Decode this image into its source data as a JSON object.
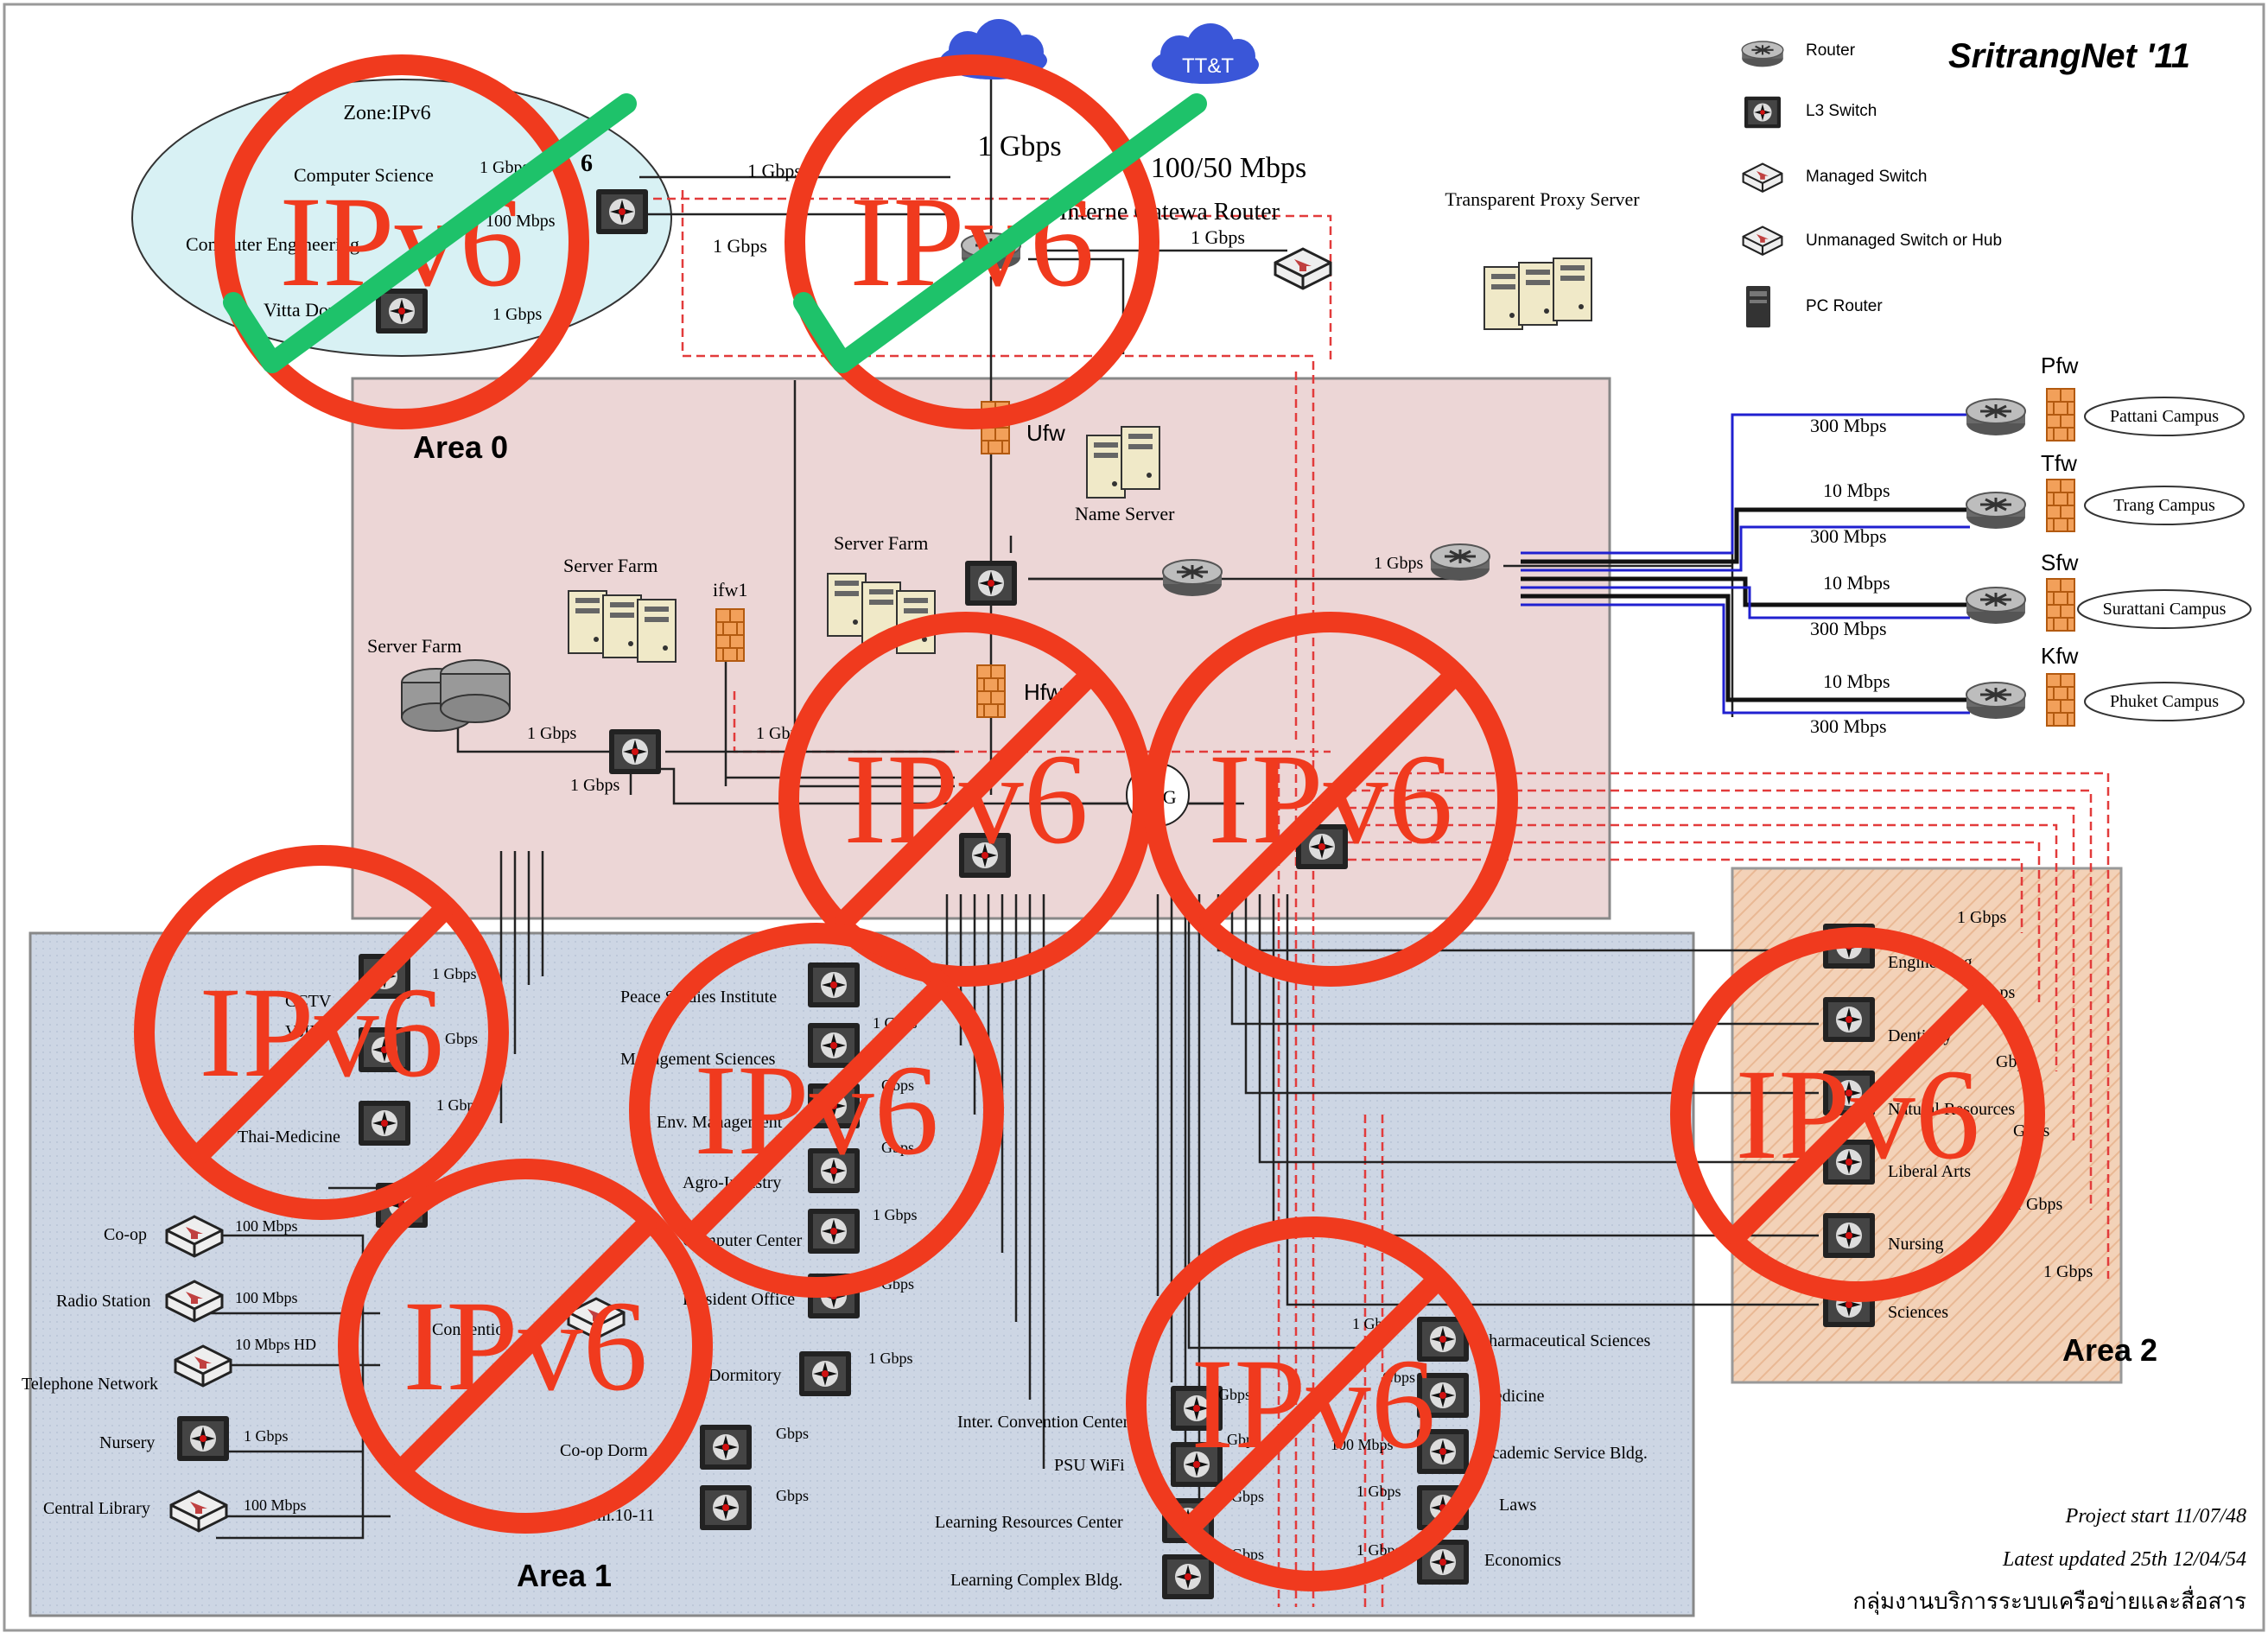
{
  "title": "SritrangNet '11",
  "legend": [
    {
      "icon": "router-icon",
      "label": "Router"
    },
    {
      "icon": "l3-switch-icon",
      "label": "L3 Switch"
    },
    {
      "icon": "managed-switch-icon",
      "label": "Managed Switch"
    },
    {
      "icon": "unmanaged-switch-icon",
      "label": "Unmanaged Switch or Hub"
    },
    {
      "icon": "pc-router-icon",
      "label": "PC Router"
    }
  ],
  "clouds": [
    "",
    "TT&T"
  ],
  "zone": {
    "title": "Zone:IPv6",
    "items": [
      "Computer Science",
      "Computer Engineering",
      "Vitta Dorm"
    ],
    "speeds": [
      "1 Gbps",
      "100 Mbps",
      "1 Gbps",
      "6"
    ]
  },
  "top_links": {
    "internet_speed": "1 Gbps",
    "ttt_speed": "100/50 Mbps",
    "zone_link": "1 Gbps",
    "zone_link2": "1 Gbps",
    "proxy_link": "1 Gbps",
    "gateway_label": "Interne Gatewa Router"
  },
  "proxy": {
    "label": "Transparent Proxy Server"
  },
  "areas": {
    "area0": "Area 0",
    "area1": "Area 1",
    "area2": "Area 2"
  },
  "area0": {
    "firewalls": {
      "ufw": "Ufw",
      "hfw": "Hfw",
      "ifw1": "ifw1"
    },
    "servers": {
      "name_server": "Name Server",
      "farm1": "Server Farm",
      "farm2": "Server Farm",
      "farm3": "Server Farm"
    },
    "speeds": [
      "1 Gbps",
      "1 Gbps",
      "1 Gbps",
      "1 Gbps"
    ],
    "core_link": "10 G"
  },
  "campuses": [
    {
      "fw": "Pfw",
      "name": "Pattani Campus",
      "speed": "300 Mbps"
    },
    {
      "fw": "Tfw",
      "name": "Trang Campus",
      "speed": "10 Mbps",
      "speed2": "300 Mbps"
    },
    {
      "fw": "Sfw",
      "name": "Surattani Campus",
      "speed": "10 Mbps",
      "speed2": "300 Mbps"
    },
    {
      "fw": "Kfw",
      "name": "Phuket Campus",
      "speed": "10 Mbps",
      "speed2": "300 Mbps"
    }
  ],
  "area1_left": [
    {
      "name": "CCTV",
      "speed": "1 Gbps"
    },
    {
      "name": "VoIP",
      "speed": "Gbps"
    },
    {
      "name": "Thai-Medicine",
      "speed": "1 Gbps"
    },
    {
      "name": "Co-op",
      "speed": "100 Mbps"
    },
    {
      "name": "Radio Station",
      "speed": "100 Mbps"
    },
    {
      "name": "Telephone Network",
      "speed": "10 Mbps HD"
    },
    {
      "name": "Nursery",
      "speed": "1 Gbps"
    },
    {
      "name": "Central Library",
      "speed": "100 Mbps"
    }
  ],
  "area1_mid": [
    {
      "name": "Peace Studies Institute",
      "speed": ""
    },
    {
      "name": "Management Sciences",
      "speed": "1 Gbps"
    },
    {
      "name": "Env. Management",
      "speed": "Gbps"
    },
    {
      "name": "Agro-Industry",
      "speed": "Gbps"
    },
    {
      "name": "Computer Center",
      "speed": "1 Gbps"
    },
    {
      "name": "President Office",
      "speed": "Gbps"
    },
    {
      "name": "Dormitory",
      "speed": "1 Gbps"
    },
    {
      "name": "Co-op Dorm",
      "speed": "Gbps"
    },
    {
      "name": "Dorm.10-11",
      "speed": "Gbps"
    },
    {
      "name": "Convention",
      "speed": ""
    }
  ],
  "area1_right": [
    {
      "name": "Inter. Convention Center",
      "speed": "Gbps"
    },
    {
      "name": "PSU WiFi",
      "speed": "Gbps"
    },
    {
      "name": "Learning Resources Center",
      "speed": "Gbps"
    },
    {
      "name": "Learning Complex Bldg.",
      "speed": "Gbps"
    },
    {
      "name": "Pharmaceutical Sciences",
      "speed": "1 Gbps"
    },
    {
      "name": "Medicine",
      "speed": "Gbps"
    },
    {
      "name": "Academic Service Bldg.",
      "speed": "100 Mbps"
    },
    {
      "name": "Laws",
      "speed": "1 Gbps"
    },
    {
      "name": "Economics",
      "speed": "1 Gbps"
    }
  ],
  "area2": [
    {
      "name": "Engineering",
      "speed": "1 Gbps"
    },
    {
      "name": "Dentistry",
      "speed": "1 Gbps"
    },
    {
      "name": "Natural Resources",
      "speed": "Gbps"
    },
    {
      "name": "Liberal Arts",
      "speed": "Gbps"
    },
    {
      "name": "Nursing",
      "speed": "1 Gbps"
    },
    {
      "name": "Sciences",
      "speed": "1 Gbps"
    }
  ],
  "footer": {
    "project_start": "Project start 11/07/48",
    "latest_update": "Latest updated 25th 12/04/54",
    "org": "กลุ่มงานบริการระบบเครือข่ายและสื่อสาร"
  },
  "marks": [
    {
      "label": "IPv6",
      "type": "check"
    },
    {
      "label": "IPv6",
      "type": "check"
    },
    {
      "label": "IPv6",
      "type": "slash"
    },
    {
      "label": "IPv6",
      "type": "slash"
    },
    {
      "label": "IPv6",
      "type": "slash"
    },
    {
      "label": "IPv6",
      "type": "slash"
    },
    {
      "label": "IPv6",
      "type": "slash"
    },
    {
      "label": "IPv6",
      "type": "slash"
    },
    {
      "label": "IPv6",
      "type": "slash"
    }
  ],
  "colors": {
    "mark_red": "#f03a1e",
    "mark_green": "#1ec26a",
    "area0": "#ecd6d6",
    "area1": "#cdd6e4",
    "area2": "#f3d2b8",
    "zone": "#d8f1f4",
    "blue_link": "#2020d0",
    "dashed": "#e23b3b"
  }
}
